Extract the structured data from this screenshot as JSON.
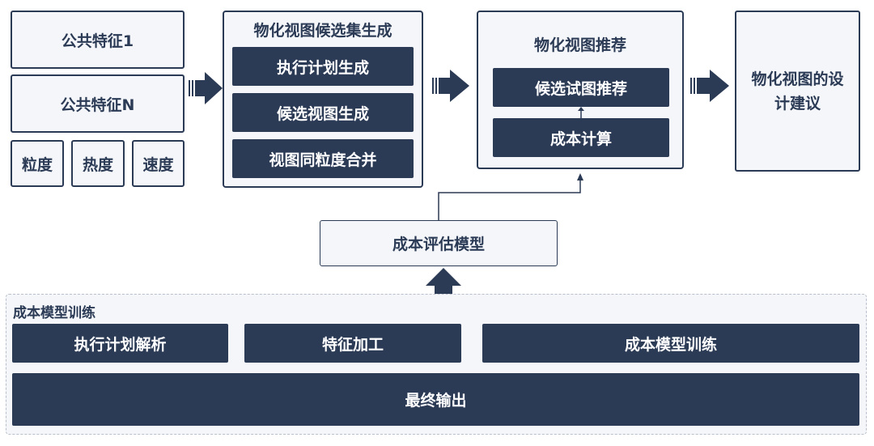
{
  "features": {
    "common_1": "公共特征1",
    "common_n": "公共特征N",
    "granularity": "粒度",
    "heat": "热度",
    "speed": "速度"
  },
  "candidate_panel": {
    "title": "物化视图候选集生成",
    "steps": [
      "执行计划生成",
      "候选视图生成",
      "视图同粒度合并"
    ]
  },
  "recommend_panel": {
    "title": "物化视图推荐",
    "candidate_recommend": "候选试图推荐",
    "cost_calc": "成本计算"
  },
  "design_advice": {
    "line1": "物化视图的设",
    "line2": "计建议"
  },
  "cost_model": "成本评估模型",
  "training": {
    "title": "成本模型训练",
    "blocks": [
      "执行计划解析",
      "特征加工",
      "成本模型训练"
    ],
    "final_output": "最终输出"
  },
  "colors": {
    "dark": "#2b3a55",
    "light_fill": "#f4f6f9",
    "dashed_border": "#b9c0cb"
  }
}
